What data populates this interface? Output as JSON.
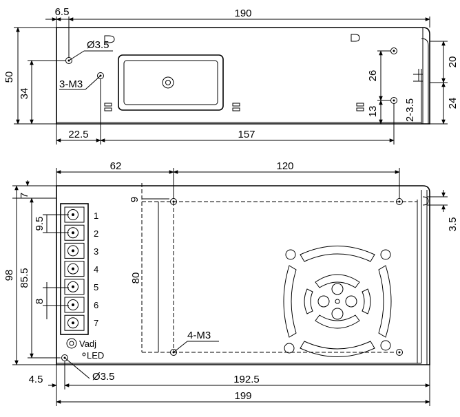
{
  "top_view": {
    "dims": {
      "overall_width": "190",
      "left_offset": "6.5",
      "hole_dia": "Ø3.5",
      "thread": "3-M3",
      "height": "50",
      "hole_height": "34",
      "left_hole_x": "22.5",
      "hole_span": "157",
      "right_26": "26",
      "right_13": "13",
      "right_20": "20",
      "right_24": "24",
      "right_slot": "2-3.5"
    }
  },
  "front_view": {
    "dims": {
      "left_62": "62",
      "span_120": "120",
      "top_7": "7",
      "top_9": "9",
      "right_3_5": "3.5",
      "height_98": "98",
      "height_85_5": "85.5",
      "pitch_9_5": "9.5",
      "pitch_8": "8",
      "span_80": "80",
      "thread": "4-M3",
      "hole_dia": "Ø3.5",
      "left_4_5": "4.5",
      "width_192_5": "192.5",
      "width_199": "199"
    },
    "terminals": [
      "1",
      "2",
      "3",
      "4",
      "5",
      "6",
      "7"
    ],
    "vadj_label": "Vadj",
    "led_label": "LED"
  }
}
